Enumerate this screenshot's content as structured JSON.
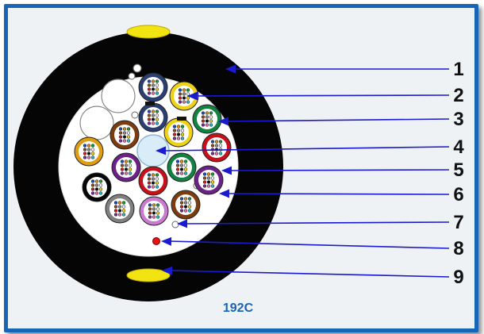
{
  "caption": "192C",
  "callout_numbers": [
    "1",
    "2",
    "3",
    "4",
    "5",
    "6",
    "7",
    "8",
    "9"
  ],
  "colors": {
    "frame_border": "#1665b7",
    "background": "#eff2f5",
    "sheath": "#050505",
    "ripcord": "#f2e313",
    "arrow": "#1a1ad0",
    "caption": "#1a63b5",
    "marker": "#e21414"
  },
  "tubes": [
    {
      "color": "slate"
    },
    {
      "color": "yellow"
    },
    {
      "color": "slate"
    },
    {
      "color": "green"
    },
    {
      "color": "brown"
    },
    {
      "color": "yellow"
    },
    {
      "color": "red"
    },
    {
      "color": "orange"
    },
    {
      "color": "violet"
    },
    {
      "color": "green"
    },
    {
      "color": "violet"
    },
    {
      "color": "black"
    },
    {
      "color": "red"
    },
    {
      "color": "brown"
    },
    {
      "color": "gray"
    },
    {
      "color": "pink"
    }
  ]
}
